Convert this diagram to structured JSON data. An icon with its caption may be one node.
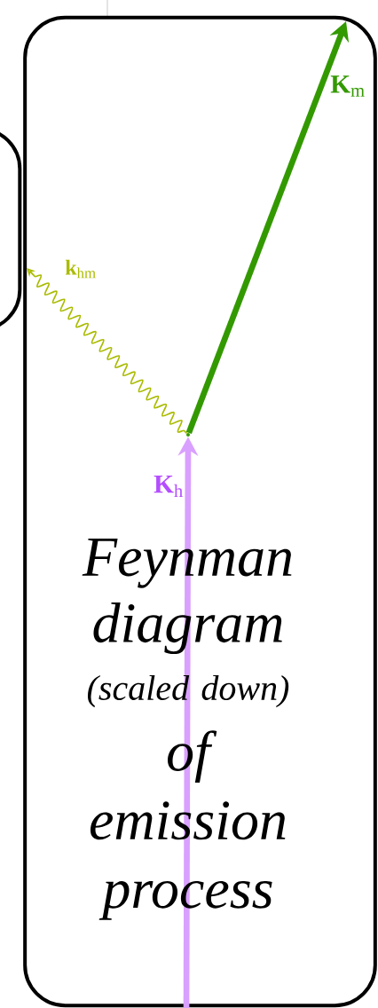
{
  "diagram": {
    "nodes": [
      {
        "text": [
          "Feynman diagram",
          "(scaled down)",
          "of emission process"
        ]
      },
      {
        "text": [],
        "shape": "dot",
        "in": 0
      },
      {
        "text": [],
        "shape": "box"
      }
    ],
    "edges": [
      {
        "from": 1,
        "to": null,
        "arrow": "to",
        "label": "**K**$_{m}$",
        "color": "#339900"
      },
      {
        "from": 1,
        "to": null,
        "arrow": "to",
        "label": "**k**$_{hm}$",
        "color": "#aabb00"
      },
      {
        "from": null,
        "to": 1,
        "arrow": "to",
        "label": "**K**$_{h}$",
        "color": "#d9a0ff"
      }
    ]
  }
}
